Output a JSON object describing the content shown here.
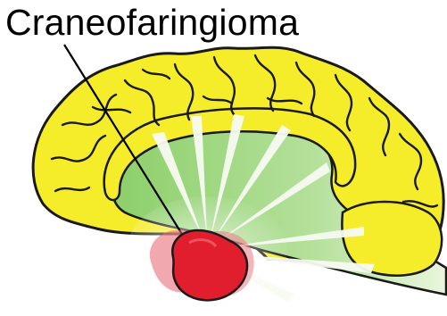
{
  "label": {
    "text": "Craneofaringioma"
  },
  "colors": {
    "brain": "#f5ec2a",
    "brain_outline": "#1a1a1a",
    "ventricle": "#a9d98a",
    "tumor": "#e01e2e",
    "tumor_halo": "#e8626e",
    "rays": "#f7fbf2",
    "label_text": "#000000"
  },
  "structures": [
    {
      "name": "cerebral-hemisphere",
      "icon": "brain-icon"
    },
    {
      "name": "ventricle-region",
      "icon": "ventricle-icon"
    },
    {
      "name": "tumor",
      "icon": "tumor-icon"
    }
  ]
}
